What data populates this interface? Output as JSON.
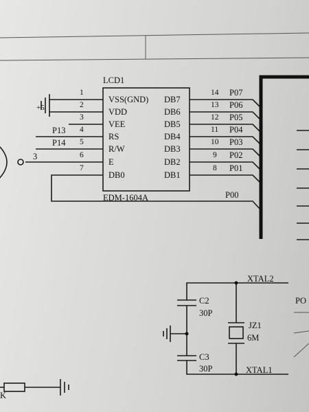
{
  "lcd": {
    "ref": "LCD1",
    "model": "EDM-1604A",
    "left_pins": [
      {
        "num": "1",
        "name": "VSS(GND)",
        "net": ""
      },
      {
        "num": "2",
        "name": "VDD",
        "net": "+5"
      },
      {
        "num": "3",
        "name": "VEE",
        "net": ""
      },
      {
        "num": "4",
        "name": "RS",
        "net": "P13"
      },
      {
        "num": "5",
        "name": "R/W",
        "net": "P14"
      },
      {
        "num": "6",
        "name": "E",
        "net": "3"
      },
      {
        "num": "7",
        "name": "DB0",
        "net": ""
      }
    ],
    "right_pins": [
      {
        "num": "14",
        "name": "DB7",
        "net": "P07"
      },
      {
        "num": "13",
        "name": "DB6",
        "net": "P06"
      },
      {
        "num": "12",
        "name": "DB5",
        "net": "P05"
      },
      {
        "num": "11",
        "name": "DB4",
        "net": "P04"
      },
      {
        "num": "10",
        "name": "DB3",
        "net": "P03"
      },
      {
        "num": "9",
        "name": "DB2",
        "net": "P02"
      },
      {
        "num": "8",
        "name": "DB1",
        "net": "P01"
      }
    ],
    "db0_net": "P00"
  },
  "oscillator": {
    "c2": {
      "ref": "C2",
      "value": "30P"
    },
    "c3": {
      "ref": "C3",
      "value": "30P"
    },
    "crystal": {
      "ref": "JZ1",
      "value": "6M"
    },
    "xtal2": "XTAL2",
    "xtal1": "XTAL1"
  },
  "fragments": {
    "right_po": "PO",
    "bottom_k": "K"
  }
}
